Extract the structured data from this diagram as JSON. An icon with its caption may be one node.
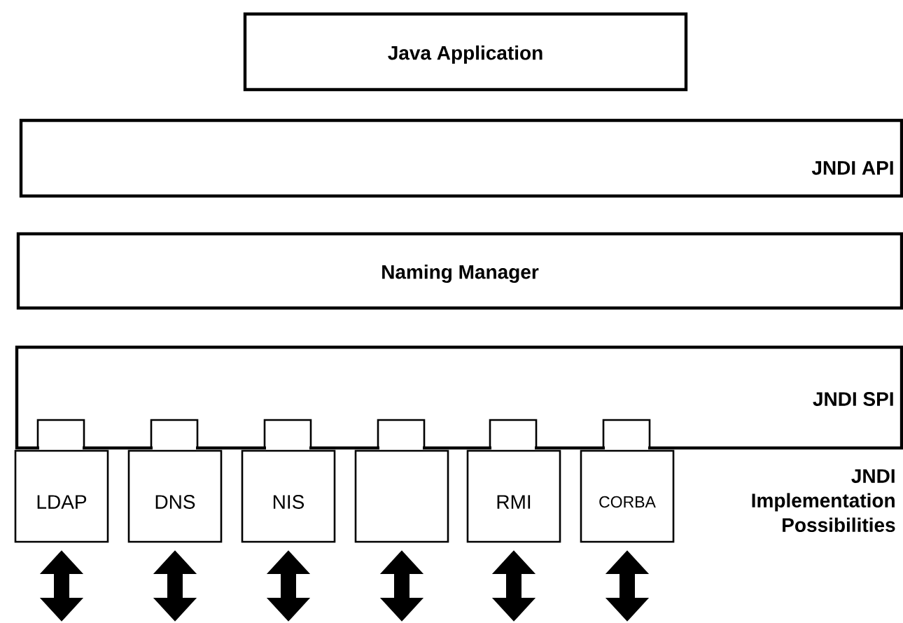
{
  "diagram": {
    "nodes": [
      {
        "text": [
          "Java Application"
        ]
      },
      {
        "text": [
          "JNDI API"
        ]
      },
      {
        "text": [
          "Naming Manager"
        ]
      },
      {
        "text": [
          "JNDI SPI"
        ]
      },
      {
        "text": [
          "LDAP"
        ]
      },
      {
        "text": [
          "DNS"
        ]
      },
      {
        "text": [
          "NIS"
        ]
      },
      {
        "text": [],
        "shape": "box"
      },
      {
        "text": [
          "RMI"
        ]
      },
      {
        "text": [
          "CORBA"
        ]
      }
    ],
    "labels": [
      "JNDI Implementation Possibilities"
    ]
  }
}
